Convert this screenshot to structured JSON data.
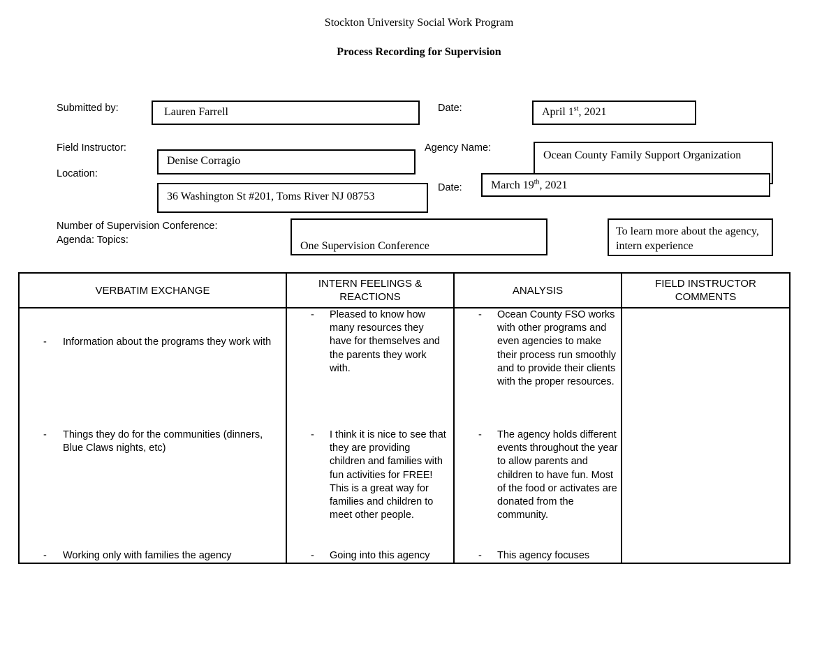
{
  "header": {
    "university": "Stockton University Social Work Program",
    "title": "Process Recording for Supervision"
  },
  "form": {
    "submitted_by_label": "Submitted by:",
    "submitted_by_value": "Lauren Farrell",
    "date_label": "Date:",
    "date_value": {
      "prefix": "April 1",
      "sup": "st",
      "suffix": ", 2021"
    },
    "field_instructor_label": "Field Instructor:",
    "field_instructor_value": "Denise Corragio",
    "agency_name_label": "Agency Name:",
    "agency_name_value": "Ocean County Family Support Organization",
    "location_label": "Location:",
    "location_value": "36 Washington St #201, Toms River NJ 08753",
    "date2_label": "Date:",
    "date2_value": {
      "prefix": "March 19",
      "sup": "th",
      "suffix": ", 2021"
    },
    "conference_label": "Number of Supervision Conference:",
    "agenda_label": "Agenda: Topics:",
    "conference_value": "One Supervision Conference",
    "agenda_value": "To learn more about the agency, intern experience"
  },
  "table": {
    "headers": [
      "VERBATIM EXCHANGE",
      "INTERN FEELINGS & REACTIONS",
      "ANALYSIS",
      "FIELD INSTRUCTOR COMMENTS"
    ],
    "dash": "-",
    "verbatim": [
      "Information about the programs they work with",
      "Things they do for the communities (dinners, Blue Claws nights, etc)",
      "Working only with families the agency"
    ],
    "feelings": [
      "Pleased to know how many resources they have for themselves and the parents they work with.",
      "I think it is nice to see that they are providing children and families with fun activities for FREE! This is a great way for families and children to meet other people.",
      "Going into this agency"
    ],
    "analysis": [
      "Ocean County FSO works with other programs and even agencies to make their process run smoothly and to provide their clients with the proper resources.",
      "The agency holds different events throughout the year to allow parents and children to have fun. Most of the food or activates are donated from the community.",
      "This agency focuses"
    ],
    "comments": []
  }
}
